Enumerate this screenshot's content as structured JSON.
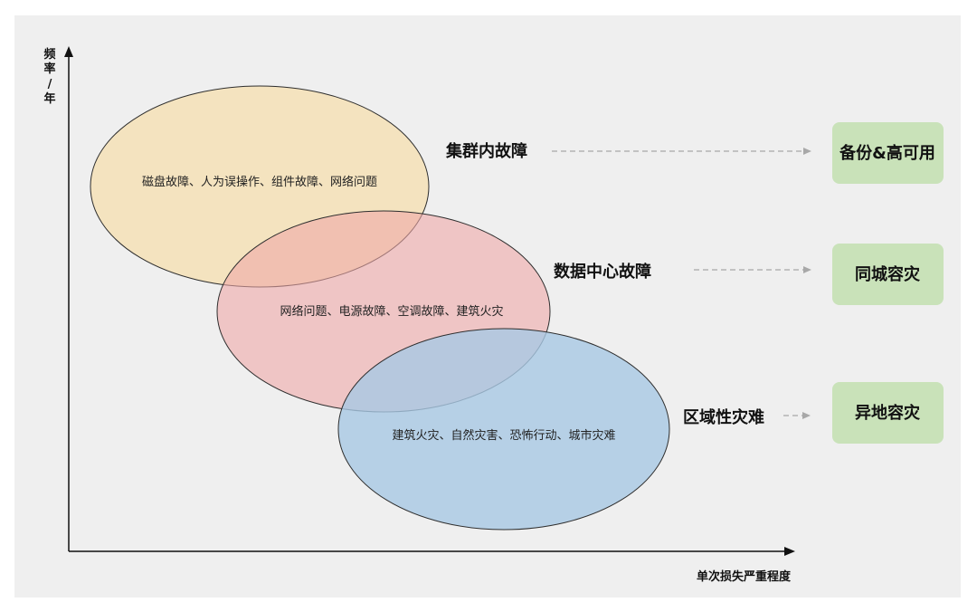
{
  "y_axis_label_chars": [
    "频",
    "率",
    "/",
    "年"
  ],
  "x_axis_label": "单次损失严重程度",
  "tiers": [
    {
      "category": "集群内故障",
      "causes": "磁盘故障、人为误操作、组件故障、网络问题",
      "solution": "备份&高可用",
      "color": "#f5e1b8"
    },
    {
      "category": "数据中心故障",
      "causes": "网络问题、电源故障、空调故障、建筑火灾",
      "solution": "同城容灾",
      "color": "#f0a7a7"
    },
    {
      "category": "区域性灾难",
      "causes": "建筑火灾、自然灾害、恐怖行动、城市灾难",
      "solution": "异地容灾",
      "color": "#a8c8e4"
    }
  ],
  "colors": {
    "panel": "#efefef",
    "solution_box": "#c9e2b9",
    "arrow": "#a8a8a8"
  }
}
